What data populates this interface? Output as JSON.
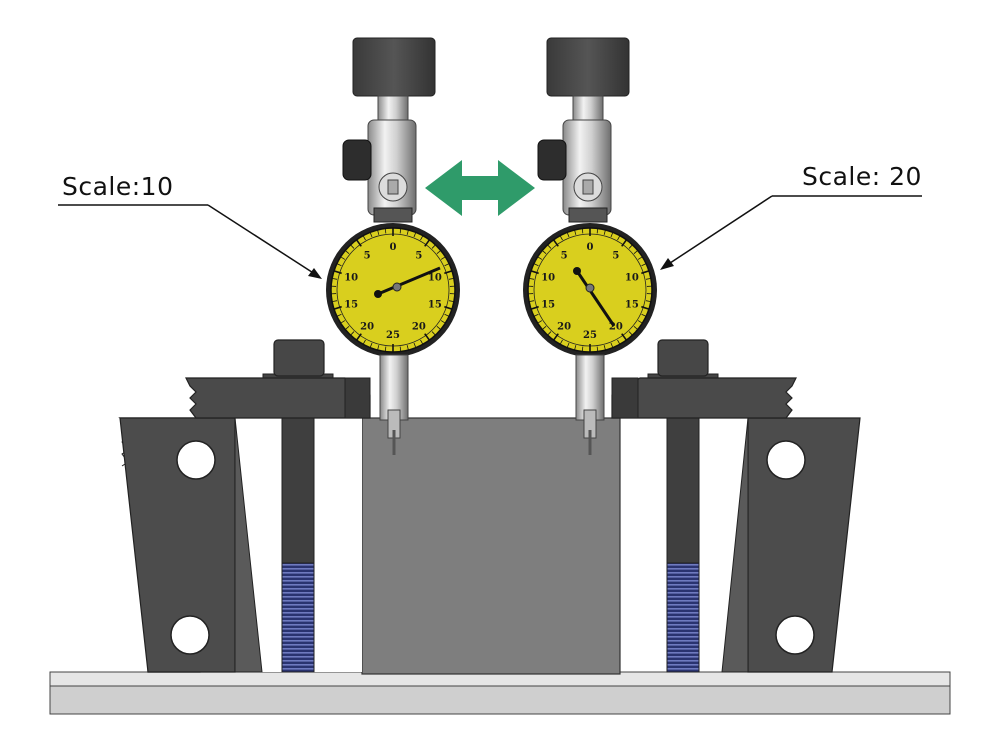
{
  "diagram": {
    "left_indicator": {
      "label": "Scale:10",
      "needle_reading": 10,
      "dial_numbers": [
        "0",
        "5",
        "10",
        "15",
        "20",
        "25",
        "20",
        "15",
        "10",
        "5"
      ]
    },
    "right_indicator": {
      "label": "Scale: 20",
      "needle_reading": 20,
      "dial_numbers": [
        "0",
        "5",
        "10",
        "15",
        "20",
        "25",
        "20",
        "15",
        "10",
        "5"
      ]
    },
    "colors": {
      "dial_face": "#d9cf1e",
      "arrow": "#2f9b6a",
      "fixture": "#4f4f4f",
      "workpiece": "#7e7e7e",
      "base": "#d4d4d4",
      "bolt_thread": "#2f3a7a"
    },
    "icons": [
      "double-arrow-icon"
    ]
  }
}
